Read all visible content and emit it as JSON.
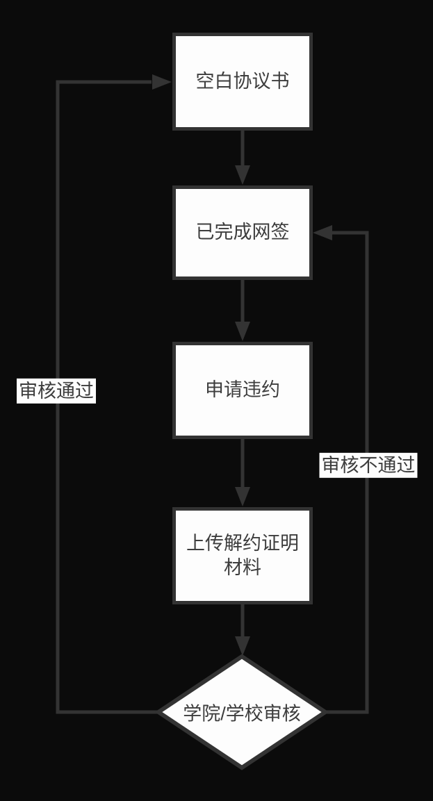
{
  "diagram": {
    "type": "flowchart",
    "colors": {
      "background": "#0b0b0b",
      "line": "#333333",
      "node_fill": "#fdfdfd",
      "text": "#3d3d3d"
    },
    "nodes": [
      {
        "id": "blank-agreement",
        "shape": "rect",
        "label": "空白协议书"
      },
      {
        "id": "online-sign-completed",
        "shape": "rect",
        "label": "已完成网签"
      },
      {
        "id": "apply-breach",
        "shape": "rect",
        "label": "申请违约"
      },
      {
        "id": "upload-termination-proof",
        "shape": "rect",
        "label": "上传解约证明\n材料"
      },
      {
        "id": "school-review",
        "shape": "diamond",
        "label": "学院/学校审核"
      }
    ],
    "edges": [
      {
        "from": "blank-agreement",
        "to": "online-sign-completed",
        "label": ""
      },
      {
        "from": "online-sign-completed",
        "to": "apply-breach",
        "label": ""
      },
      {
        "from": "apply-breach",
        "to": "upload-termination-proof",
        "label": ""
      },
      {
        "from": "upload-termination-proof",
        "to": "school-review",
        "label": ""
      },
      {
        "from": "school-review",
        "to": "blank-agreement",
        "label": "审核通过"
      },
      {
        "from": "school-review",
        "to": "online-sign-completed",
        "label": "审核不通过"
      }
    ]
  }
}
